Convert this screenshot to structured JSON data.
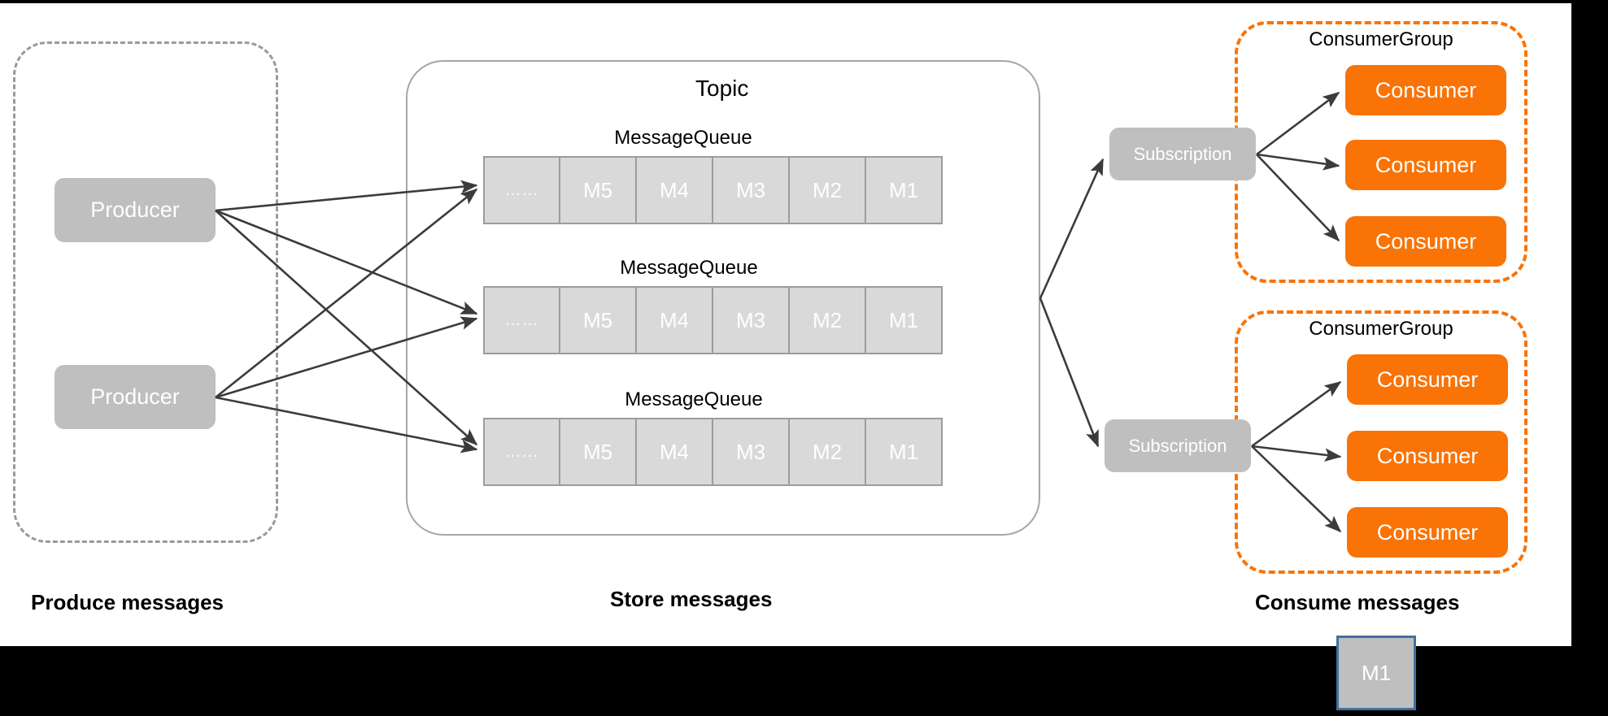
{
  "canvas": {
    "background": "#ffffff",
    "outside_background": "#000000"
  },
  "colors": {
    "node_gray": "#bfbfbf",
    "consumer_orange": "#f97306",
    "cell_fill": "#d9d9d9",
    "cell_border": "#9c9c9c",
    "dashed_gray": "#9a9a9a",
    "dashed_orange": "#f97306",
    "topic_border": "#a6a6a6",
    "arrow": "#3b3b3b",
    "selected_border": "#41719c"
  },
  "produce_stage": {
    "caption": "Produce messages",
    "producers": [
      {
        "label": "Producer"
      },
      {
        "label": "Producer"
      }
    ]
  },
  "store_stage": {
    "caption": "Store messages",
    "topic_title": "Topic",
    "queues": [
      {
        "title": "MessageQueue",
        "cells": [
          "……",
          "M5",
          "M4",
          "M3",
          "M2",
          "M1"
        ]
      },
      {
        "title": "MessageQueue",
        "cells": [
          "……",
          "M5",
          "M4",
          "M3",
          "M2",
          "M1"
        ]
      },
      {
        "title": "MessageQueue",
        "cells": [
          "……",
          "M5",
          "M4",
          "M3",
          "M2",
          "M1"
        ]
      }
    ]
  },
  "consume_stage": {
    "caption": "Consume messages",
    "subscriptions": [
      {
        "label": "Subscription"
      },
      {
        "label": "Subscription"
      }
    ],
    "consumer_groups": [
      {
        "title": "ConsumerGroup",
        "consumers": [
          {
            "label": "Consumer"
          },
          {
            "label": "Consumer"
          },
          {
            "label": "Consumer"
          }
        ]
      },
      {
        "title": "ConsumerGroup",
        "consumers": [
          {
            "label": "Consumer"
          },
          {
            "label": "Consumer"
          },
          {
            "label": "Consumer"
          }
        ]
      }
    ]
  },
  "selected_message": {
    "label": "M1"
  }
}
